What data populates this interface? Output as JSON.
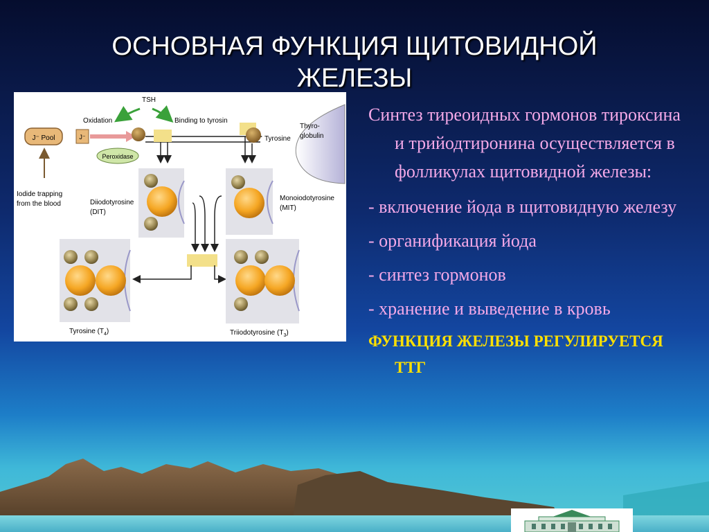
{
  "slide": {
    "title": "ОСНОВНАЯ ФУНКЦИЯ ЩИТОВИДНОЙ ЖЕЛЕЗЫ",
    "intro": "Синтез тиреоидных гормонов тироксина и трийодтиронина осуществляется в фолликулах щитовидной железы:",
    "items": [
      "- включение йода в щитовидную железу",
      "- органификация йода",
      "- синтез гормонов",
      "- хранение и выведение в кровь"
    ],
    "note": "ФУНКЦИЯ ЖЕЛЕЗЫ РЕГУЛИРУЕТСЯ ТТГ"
  },
  "diagram": {
    "tsh": "TSH",
    "oxidation": "Oxidation",
    "binding": "Binding to tyrosin",
    "pool": "J⁻ Pool",
    "iodide_ion": "J⁻",
    "peroxidase": "Peroxidase",
    "tyrosine": "Tyrosine",
    "thyroglobulin_1": "Thyro-",
    "thyroglobulin_2": "globulin",
    "trapping_1": "Iodide trapping",
    "trapping_2": "from the blood",
    "dit_1": "Diiodotyrosine",
    "dit_2": "(DIT)",
    "mit_1": "Monoiodotyrosine",
    "mit_2": "(MIT)",
    "t4_name": "Tyrosine (T",
    "t4_sub": "4",
    "t3_name": "Triiodotyrosine (T",
    "t3_sub": "3",
    "close_paren": ")"
  },
  "colors": {
    "title": "#ffffff",
    "body_text": "#f4a9e8",
    "note": "#ffe000",
    "hormone_core": "#f5a623",
    "iodine": "#9c8a55",
    "arrow_green": "#3aa13a"
  }
}
